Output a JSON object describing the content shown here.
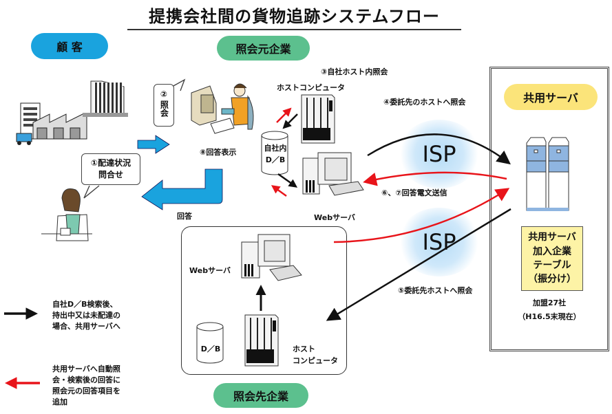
{
  "title": "提携会社間の貨物追跡システムフロー",
  "groups": {
    "customer": "顧 客",
    "inquirer": "照会元企業",
    "inquiree": "照会先企業",
    "shared_server": "共用サーバ"
  },
  "steps": {
    "s1_line1": "①配達状況",
    "s1_line2": "問合せ",
    "s2_num": "②",
    "s2_text": "照会",
    "s3": "③自社ホスト内照会",
    "s4": "④委託先のホストへ照会",
    "s5": "⑤委託先ホストへ照会",
    "s67": "⑥、⑦回答電文送信",
    "s8": "⑧回答表示",
    "answer": "回答"
  },
  "nodes": {
    "host_computer": "ホストコンピュータ",
    "own_db_line1": "自社内",
    "own_db_line2": "D／B",
    "web_server_top": "Webサーバ",
    "web_server_bottom": "Webサーバ",
    "db_bottom": "D／B",
    "host_bottom_line1": "ホスト",
    "host_bottom_line2": "コンピュータ",
    "isp_top": "ISP",
    "isp_bottom": "ISP"
  },
  "shared_server_panel": {
    "table_lines": [
      "共用サーバ",
      "加入企業",
      "テーブル",
      "（振分け）"
    ],
    "members": "加盟27社",
    "as_of": "（H16.5末現在）"
  },
  "legend": {
    "black_arrow": [
      "自社D／B検索後、",
      "持出中又は未配達の",
      "場合、共用サーバへ"
    ],
    "red_arrow": [
      "共用サーバへ自動照",
      "会・検索後の回答に",
      "照会元の回答項目を",
      "追加"
    ]
  },
  "colors": {
    "customer_pill": "#1aa3de",
    "company_pill": "#5cc08e",
    "server_pill": "#fbe47a",
    "flow_arrow": "#1aa3de",
    "red_arrow": "#e8141a",
    "black_arrow": "#111111",
    "server_blue": "#8fb5e0",
    "table_fill": "#fdf3a6"
  }
}
